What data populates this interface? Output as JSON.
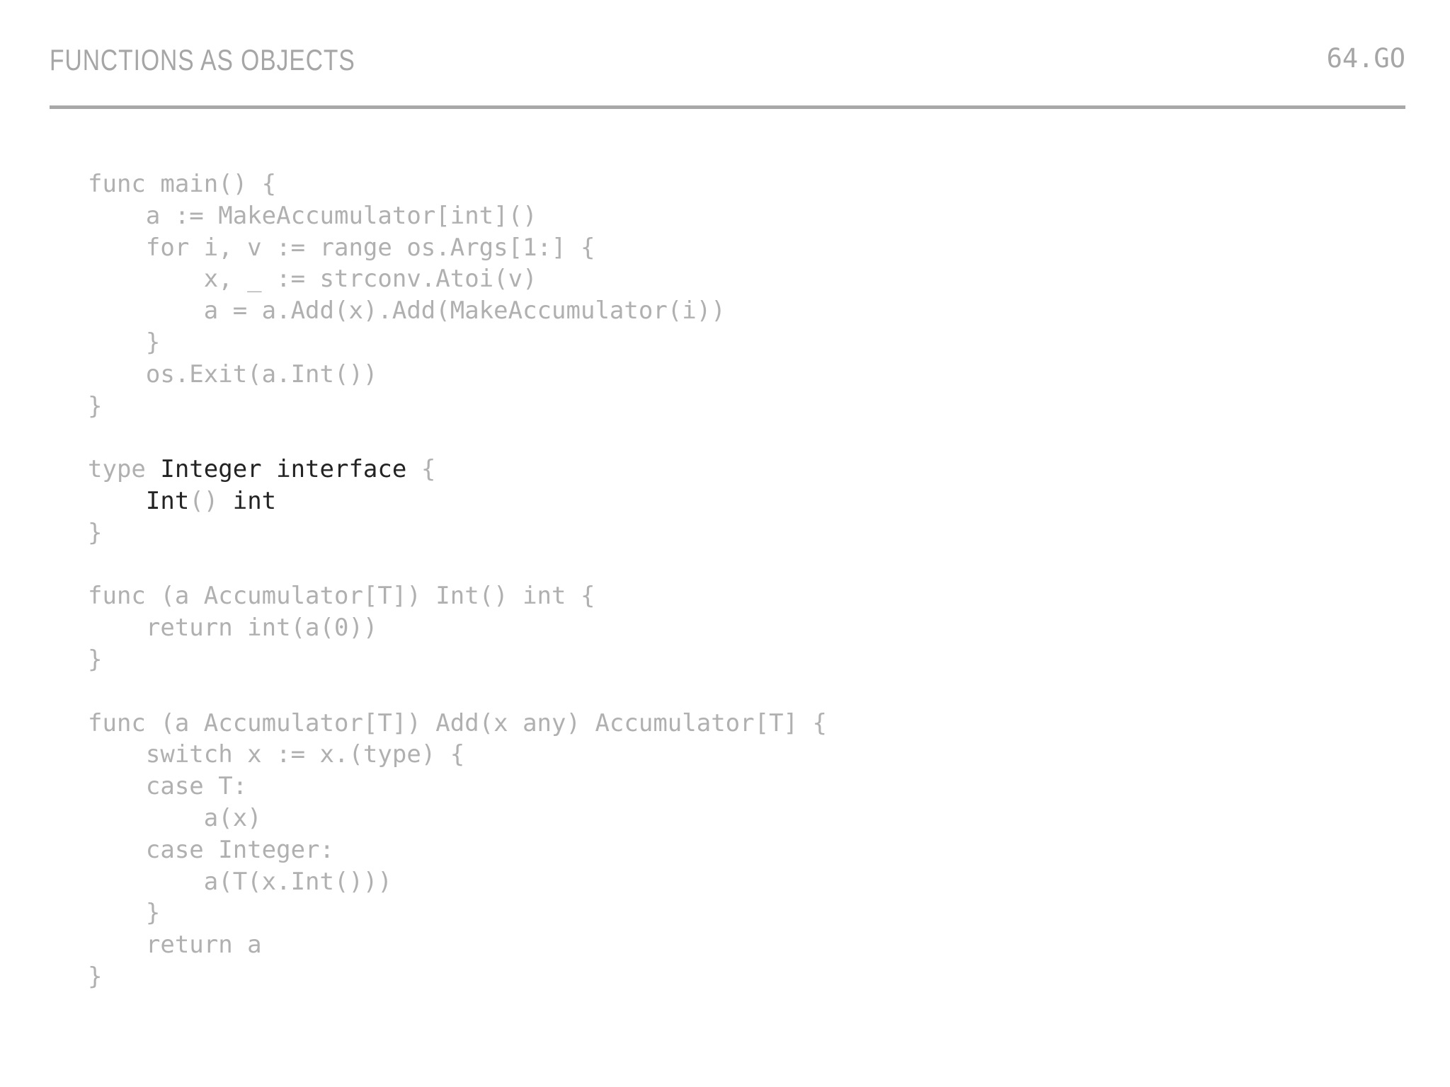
{
  "slide": {
    "title": "FUNCTIONS AS OBJECTS",
    "page_label": "64.GO",
    "colors": {
      "text_dim": "#b0b0b0",
      "text_emphasis": "#232323",
      "header_text": "#a6a6a6",
      "rule": "#a8a8a8",
      "background": "#ffffff"
    }
  },
  "code": {
    "language": "go",
    "lines": [
      {
        "id": "l1",
        "text": "func main() {",
        "segments": [
          {
            "text": "func main() {",
            "emphasis": false
          }
        ]
      },
      {
        "id": "l2",
        "text": "    a := MakeAccumulator[int]()",
        "segments": [
          {
            "text": "    a := MakeAccumulator[int]()",
            "emphasis": false
          }
        ]
      },
      {
        "id": "l3",
        "text": "    for i, v := range os.Args[1:] {",
        "segments": [
          {
            "text": "    for i, v := range os.Args[1:] {",
            "emphasis": false
          }
        ]
      },
      {
        "id": "l4",
        "text": "        x, _ := strconv.Atoi(v)",
        "segments": [
          {
            "text": "        x, _ := strconv.Atoi(v)",
            "emphasis": false
          }
        ]
      },
      {
        "id": "l5",
        "text": "        a = a.Add(x).Add(MakeAccumulator(i))",
        "segments": [
          {
            "text": "        a = a.Add(x).Add(MakeAccumulator(i))",
            "emphasis": false
          }
        ]
      },
      {
        "id": "l6",
        "text": "    }",
        "segments": [
          {
            "text": "    }",
            "emphasis": false
          }
        ]
      },
      {
        "id": "l7",
        "text": "    os.Exit(a.Int())",
        "segments": [
          {
            "text": "    os.Exit(a.Int())",
            "emphasis": false
          }
        ]
      },
      {
        "id": "l8",
        "text": "}",
        "segments": [
          {
            "text": "}",
            "emphasis": false
          }
        ]
      },
      {
        "id": "l9",
        "text": "",
        "segments": []
      },
      {
        "id": "l10",
        "text": "type Integer interface {",
        "segments": [
          {
            "text": "type ",
            "emphasis": false
          },
          {
            "text": "Integer interface",
            "emphasis": true
          },
          {
            "text": " {",
            "emphasis": false
          }
        ]
      },
      {
        "id": "l11",
        "text": "    Int() int",
        "segments": [
          {
            "text": "    ",
            "emphasis": false
          },
          {
            "text": "Int",
            "emphasis": true
          },
          {
            "text": "()",
            "emphasis": false
          },
          {
            "text": " int",
            "emphasis": true
          }
        ]
      },
      {
        "id": "l12",
        "text": "}",
        "segments": [
          {
            "text": "}",
            "emphasis": false
          }
        ]
      },
      {
        "id": "l13",
        "text": "",
        "segments": []
      },
      {
        "id": "l14",
        "text": "func (a Accumulator[T]) Int() int {",
        "segments": [
          {
            "text": "func (a Accumulator[T]) Int() int {",
            "emphasis": false
          }
        ]
      },
      {
        "id": "l15",
        "text": "    return int(a(0))",
        "segments": [
          {
            "text": "    return int(a(0))",
            "emphasis": false
          }
        ]
      },
      {
        "id": "l16",
        "text": "}",
        "segments": [
          {
            "text": "}",
            "emphasis": false
          }
        ]
      },
      {
        "id": "l17",
        "text": "",
        "segments": []
      },
      {
        "id": "l18",
        "text": "func (a Accumulator[T]) Add(x any) Accumulator[T] {",
        "segments": [
          {
            "text": "func (a Accumulator[T]) Add(x any) Accumulator[T] {",
            "emphasis": false
          }
        ]
      },
      {
        "id": "l19",
        "text": "    switch x := x.(type) {",
        "segments": [
          {
            "text": "    switch x := x.(type) {",
            "emphasis": false
          }
        ]
      },
      {
        "id": "l20",
        "text": "    case T:",
        "segments": [
          {
            "text": "    case T:",
            "emphasis": false
          }
        ]
      },
      {
        "id": "l21",
        "text": "        a(x)",
        "segments": [
          {
            "text": "        a(x)",
            "emphasis": false
          }
        ]
      },
      {
        "id": "l22",
        "text": "    case Integer:",
        "segments": [
          {
            "text": "    case Integer:",
            "emphasis": false
          }
        ]
      },
      {
        "id": "l23",
        "text": "        a(T(x.Int()))",
        "segments": [
          {
            "text": "        a(T(x.Int()))",
            "emphasis": false
          }
        ]
      },
      {
        "id": "l24",
        "text": "    }",
        "segments": [
          {
            "text": "    }",
            "emphasis": false
          }
        ]
      },
      {
        "id": "l25",
        "text": "    return a",
        "segments": [
          {
            "text": "    return a",
            "emphasis": false
          }
        ]
      },
      {
        "id": "l26",
        "text": "}",
        "segments": [
          {
            "text": "}",
            "emphasis": false
          }
        ]
      }
    ]
  }
}
